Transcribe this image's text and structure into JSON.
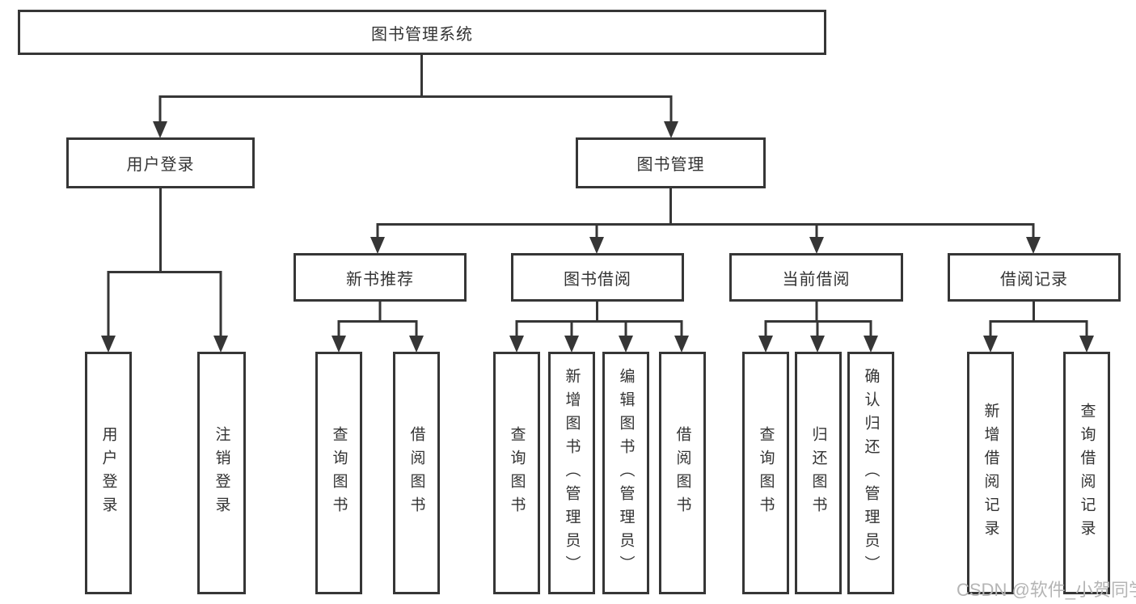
{
  "tree": {
    "root": {
      "label": "图书管理系统"
    },
    "level2": [
      {
        "label": "用户登录"
      },
      {
        "label": "图书管理"
      }
    ],
    "level3": [
      {
        "label": "新书推荐"
      },
      {
        "label": "图书借阅"
      },
      {
        "label": "当前借阅"
      },
      {
        "label": "借阅记录"
      }
    ],
    "leaves": [
      {
        "label": "用户登录"
      },
      {
        "label": "注销登录"
      },
      {
        "label": "查询图书"
      },
      {
        "label": "借阅图书"
      },
      {
        "label": "查询图书"
      },
      {
        "label": "新增图书（管理员）"
      },
      {
        "label": "编辑图书（管理员）"
      },
      {
        "label": "借阅图书"
      },
      {
        "label": "查询图书"
      },
      {
        "label": "归还图书"
      },
      {
        "label": "确认归还（管理员）"
      },
      {
        "label": "新增借阅记录"
      },
      {
        "label": "查询借阅记录"
      }
    ]
  },
  "watermark": {
    "text": "CSDN @软件_小贺同学"
  },
  "colors": {
    "line": "#363636",
    "text": "#333333",
    "watermark": "#b5b5b5",
    "background": "#ffffff"
  }
}
